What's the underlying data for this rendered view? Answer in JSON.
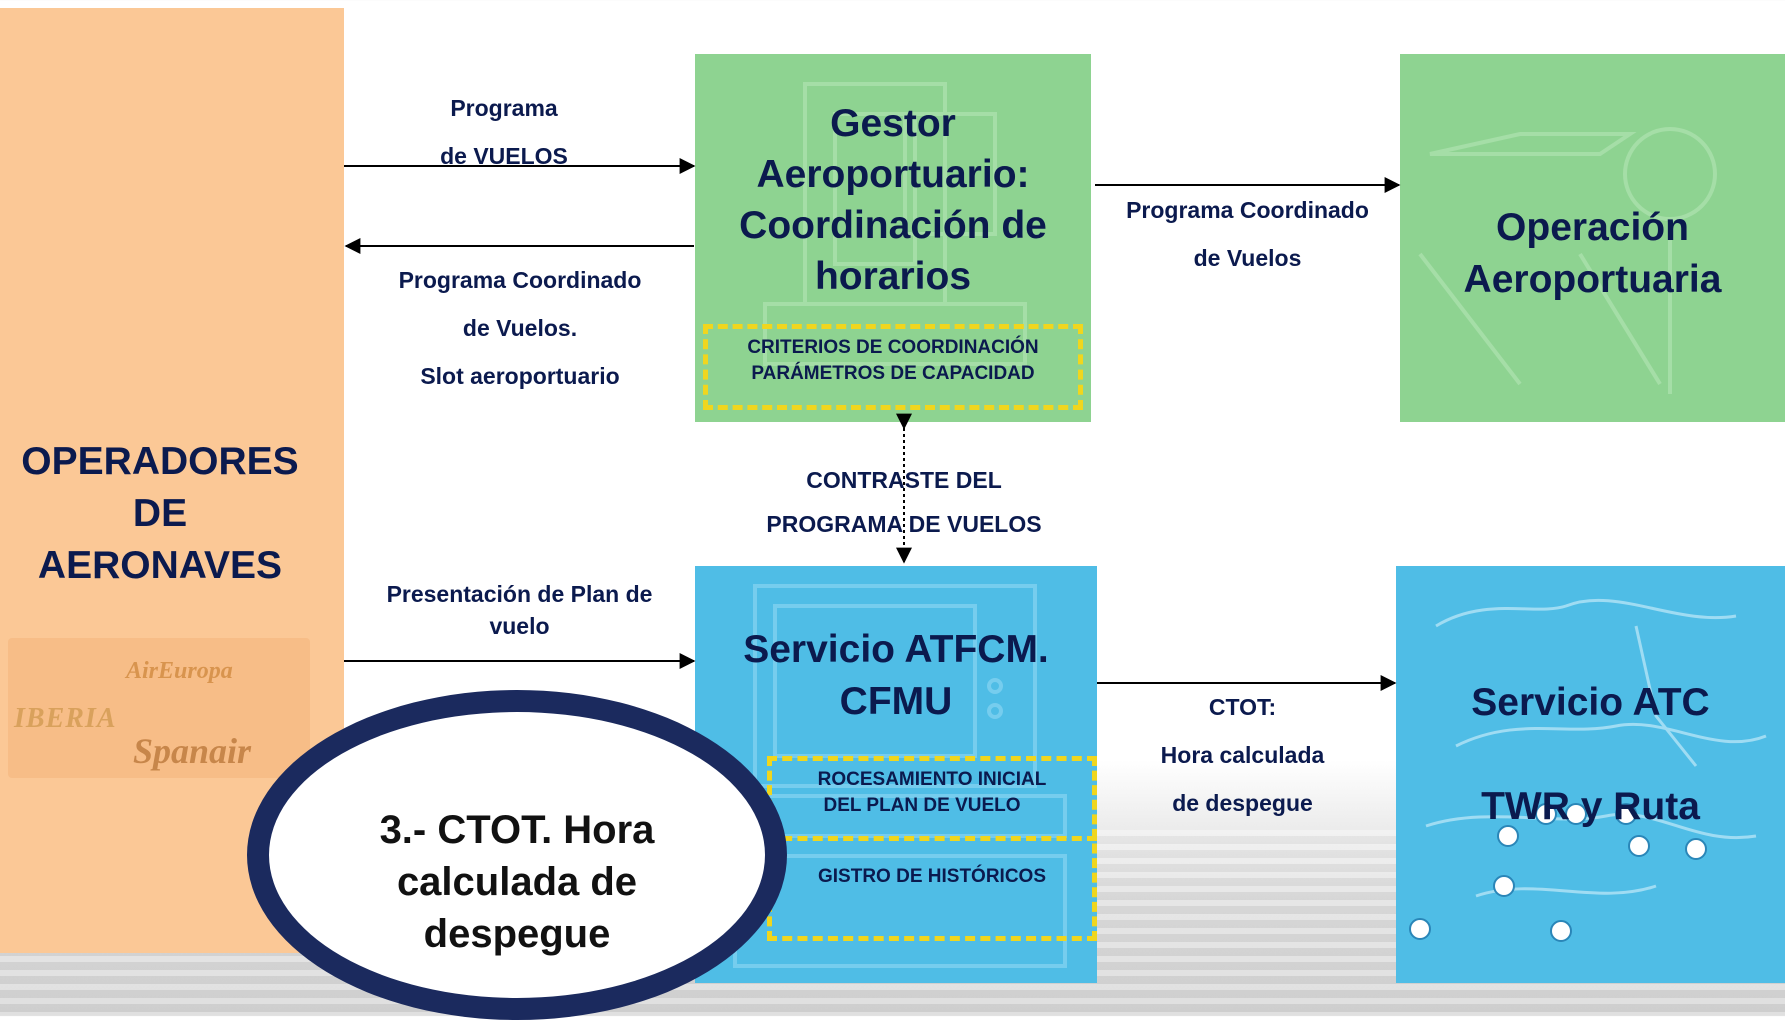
{
  "operators": {
    "title_lines": [
      "OPERADORES",
      "DE",
      "AERONAVES"
    ],
    "logos": {
      "iberia": "IBERIA",
      "aireuropa": "AirEuropa",
      "spanair": "Spanair"
    }
  },
  "gestor": {
    "title_lines": [
      "Gestor",
      "Aeroportuario:",
      "Coordinación de",
      "horarios"
    ],
    "criteria_lines": [
      "CRITERIOS DE COORDINACIÓN",
      "PARÁMETROS DE CAPACIDAD"
    ]
  },
  "operacion": {
    "title_lines": [
      "Operación",
      "Aeroportuaria"
    ]
  },
  "atfcm": {
    "title_lines": [
      "Servicio ATFCM.",
      "CFMU"
    ],
    "proc_lines": [
      "ROCESAMIENTO INICIAL",
      "DEL PLAN DE VUELO"
    ],
    "registro": "GISTRO DE HISTÓRICOS"
  },
  "atc": {
    "title_lines": [
      "Servicio ATC",
      "TWR y Ruta"
    ]
  },
  "labels": {
    "programa_vuelos": [
      "Programa",
      "de VUELOS"
    ],
    "programa_coordinado_slot": [
      "Programa Coordinado",
      "de Vuelos.",
      "Slot aeroportuario"
    ],
    "programa_coordinado_op": [
      "Programa Coordinado",
      "de Vuelos"
    ],
    "contraste": [
      "CONTRASTE DEL",
      "PROGRAMA DE VUELOS"
    ],
    "presentacion": [
      "Presentación de Plan de",
      "vuelo"
    ],
    "ctot": [
      "CTOT:",
      "Hora calculada",
      "de despegue"
    ]
  },
  "callout": {
    "lines": [
      "3.- CTOT. Hora",
      "calculada de",
      "despegue"
    ]
  },
  "colors": {
    "operators_bg": "#fbc896",
    "green_box": "#8ed391",
    "blue_box": "#4fbde6",
    "dashed": "#f0d61e",
    "text_navy": "#0b1a4e",
    "ellipse_border": "#1b2a5e"
  }
}
